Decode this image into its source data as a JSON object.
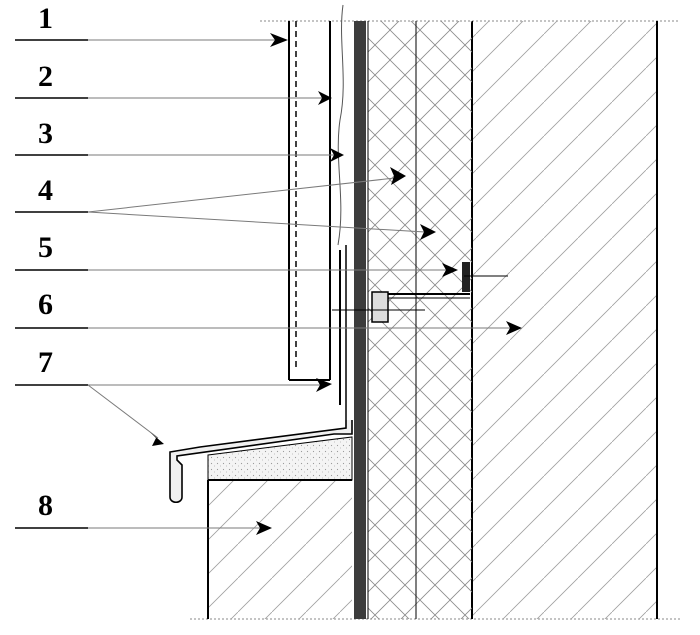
{
  "diagram": {
    "callouts": [
      {
        "id": "c1",
        "number": "1"
      },
      {
        "id": "c2",
        "number": "2"
      },
      {
        "id": "c3",
        "number": "3"
      },
      {
        "id": "c4",
        "number": "4"
      },
      {
        "id": "c5",
        "number": "5"
      },
      {
        "id": "c6",
        "number": "6"
      },
      {
        "id": "c7",
        "number": "7"
      },
      {
        "id": "c8",
        "number": "8"
      }
    ]
  }
}
